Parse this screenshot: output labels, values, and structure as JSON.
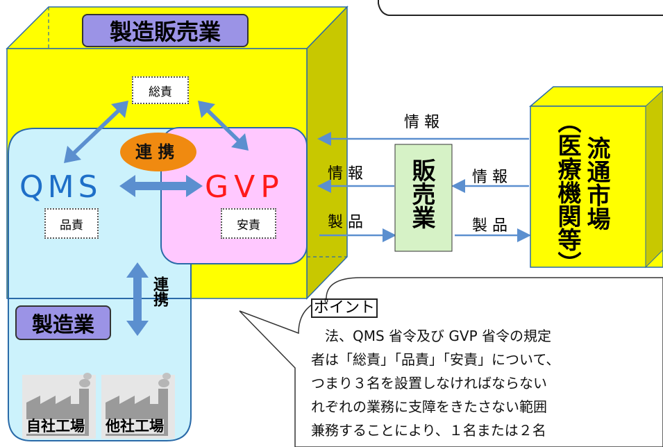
{
  "manufacturer_sales": {
    "title": "製造販売業"
  },
  "roles": {
    "general": "総責",
    "quality": "品責",
    "safety": "安責"
  },
  "systems": {
    "qms": "QMS",
    "gvp": "GVP",
    "cooperation": "連 携"
  },
  "sales": {
    "label": "販売業"
  },
  "distribution": {
    "main": "流通市場",
    "sub": "（医療機関等）"
  },
  "flows": {
    "info": "情 報",
    "product": "製 品"
  },
  "manufacturing": {
    "title": "製造業",
    "cooperation_vertical": "連携",
    "factories": [
      "自社工場",
      "他社工場"
    ]
  },
  "point": {
    "title": "ポイント",
    "lines": [
      "　法、QMS 省令及び GVP 省令の規定",
      "者は「総責」「品責」「安責」について、",
      "つまり３名を設置しなければならない",
      "れぞれの業務に支障をきたさない範囲",
      "兼務することにより、１名または２名"
    ]
  },
  "colors": {
    "yellow": "#ffff00",
    "yellow_dark": "#c8c800",
    "sales_title_bg": "#9b93e6",
    "qms_bg": "#ccf2fc",
    "gvp_bg": "#ffc8ff",
    "renkei_bg": "#f08a10",
    "sales_bg": "#d6f2c6",
    "arrow": "#5b8fcf",
    "qms_text": "#1e6fc8",
    "gvp_text": "#ff1a1a"
  },
  "icons": [
    "factory-icon",
    "double-arrow-icon"
  ]
}
